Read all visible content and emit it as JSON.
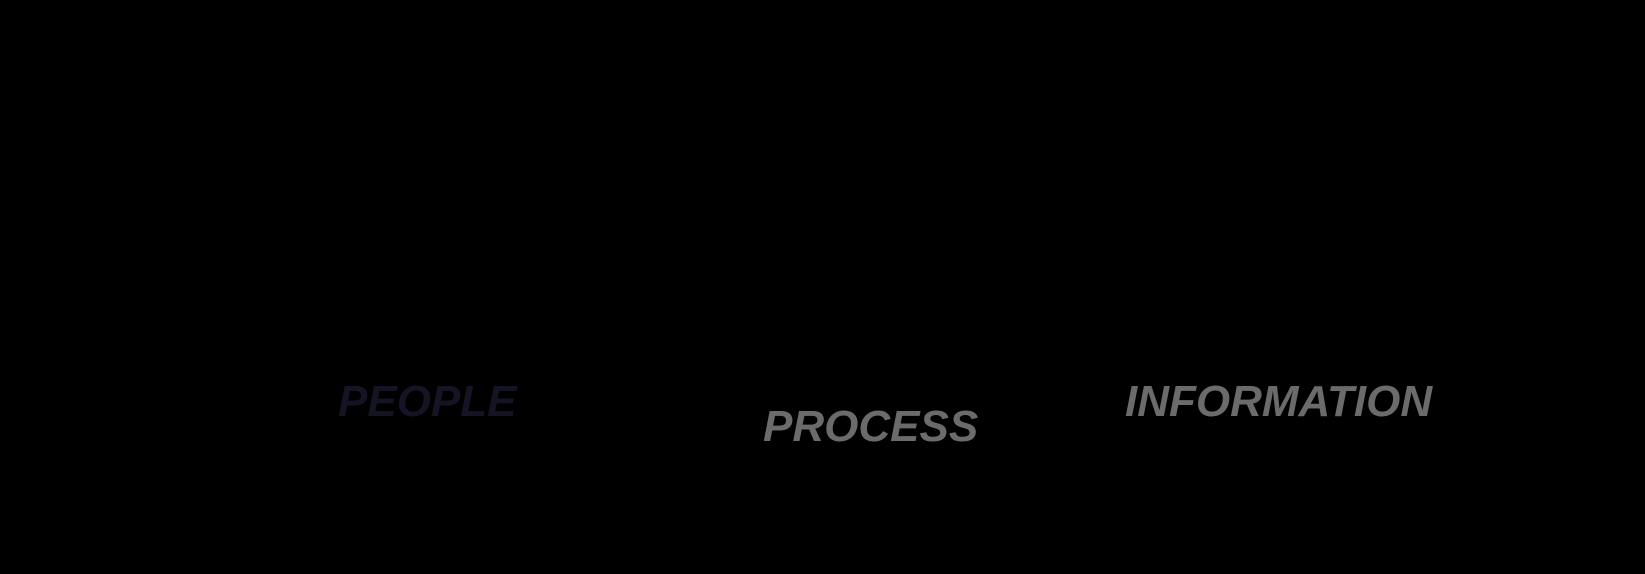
{
  "labels": {
    "people": "PEOPLE",
    "process": "PROCESS",
    "information": "INFORMATION"
  },
  "icons": {
    "people": "people-photo-icon",
    "plus": "plus-icon",
    "process": "cycle-arrows-icon",
    "information": "documents-icon"
  },
  "colors": {
    "background": "#000000",
    "ellipse_fill": "#dcdcdc",
    "ellipse_border": "#6f78d8",
    "people_circle": "#8f97ef",
    "people_glow": "#f2c27a",
    "icon_gray": "#8c8c8c"
  }
}
